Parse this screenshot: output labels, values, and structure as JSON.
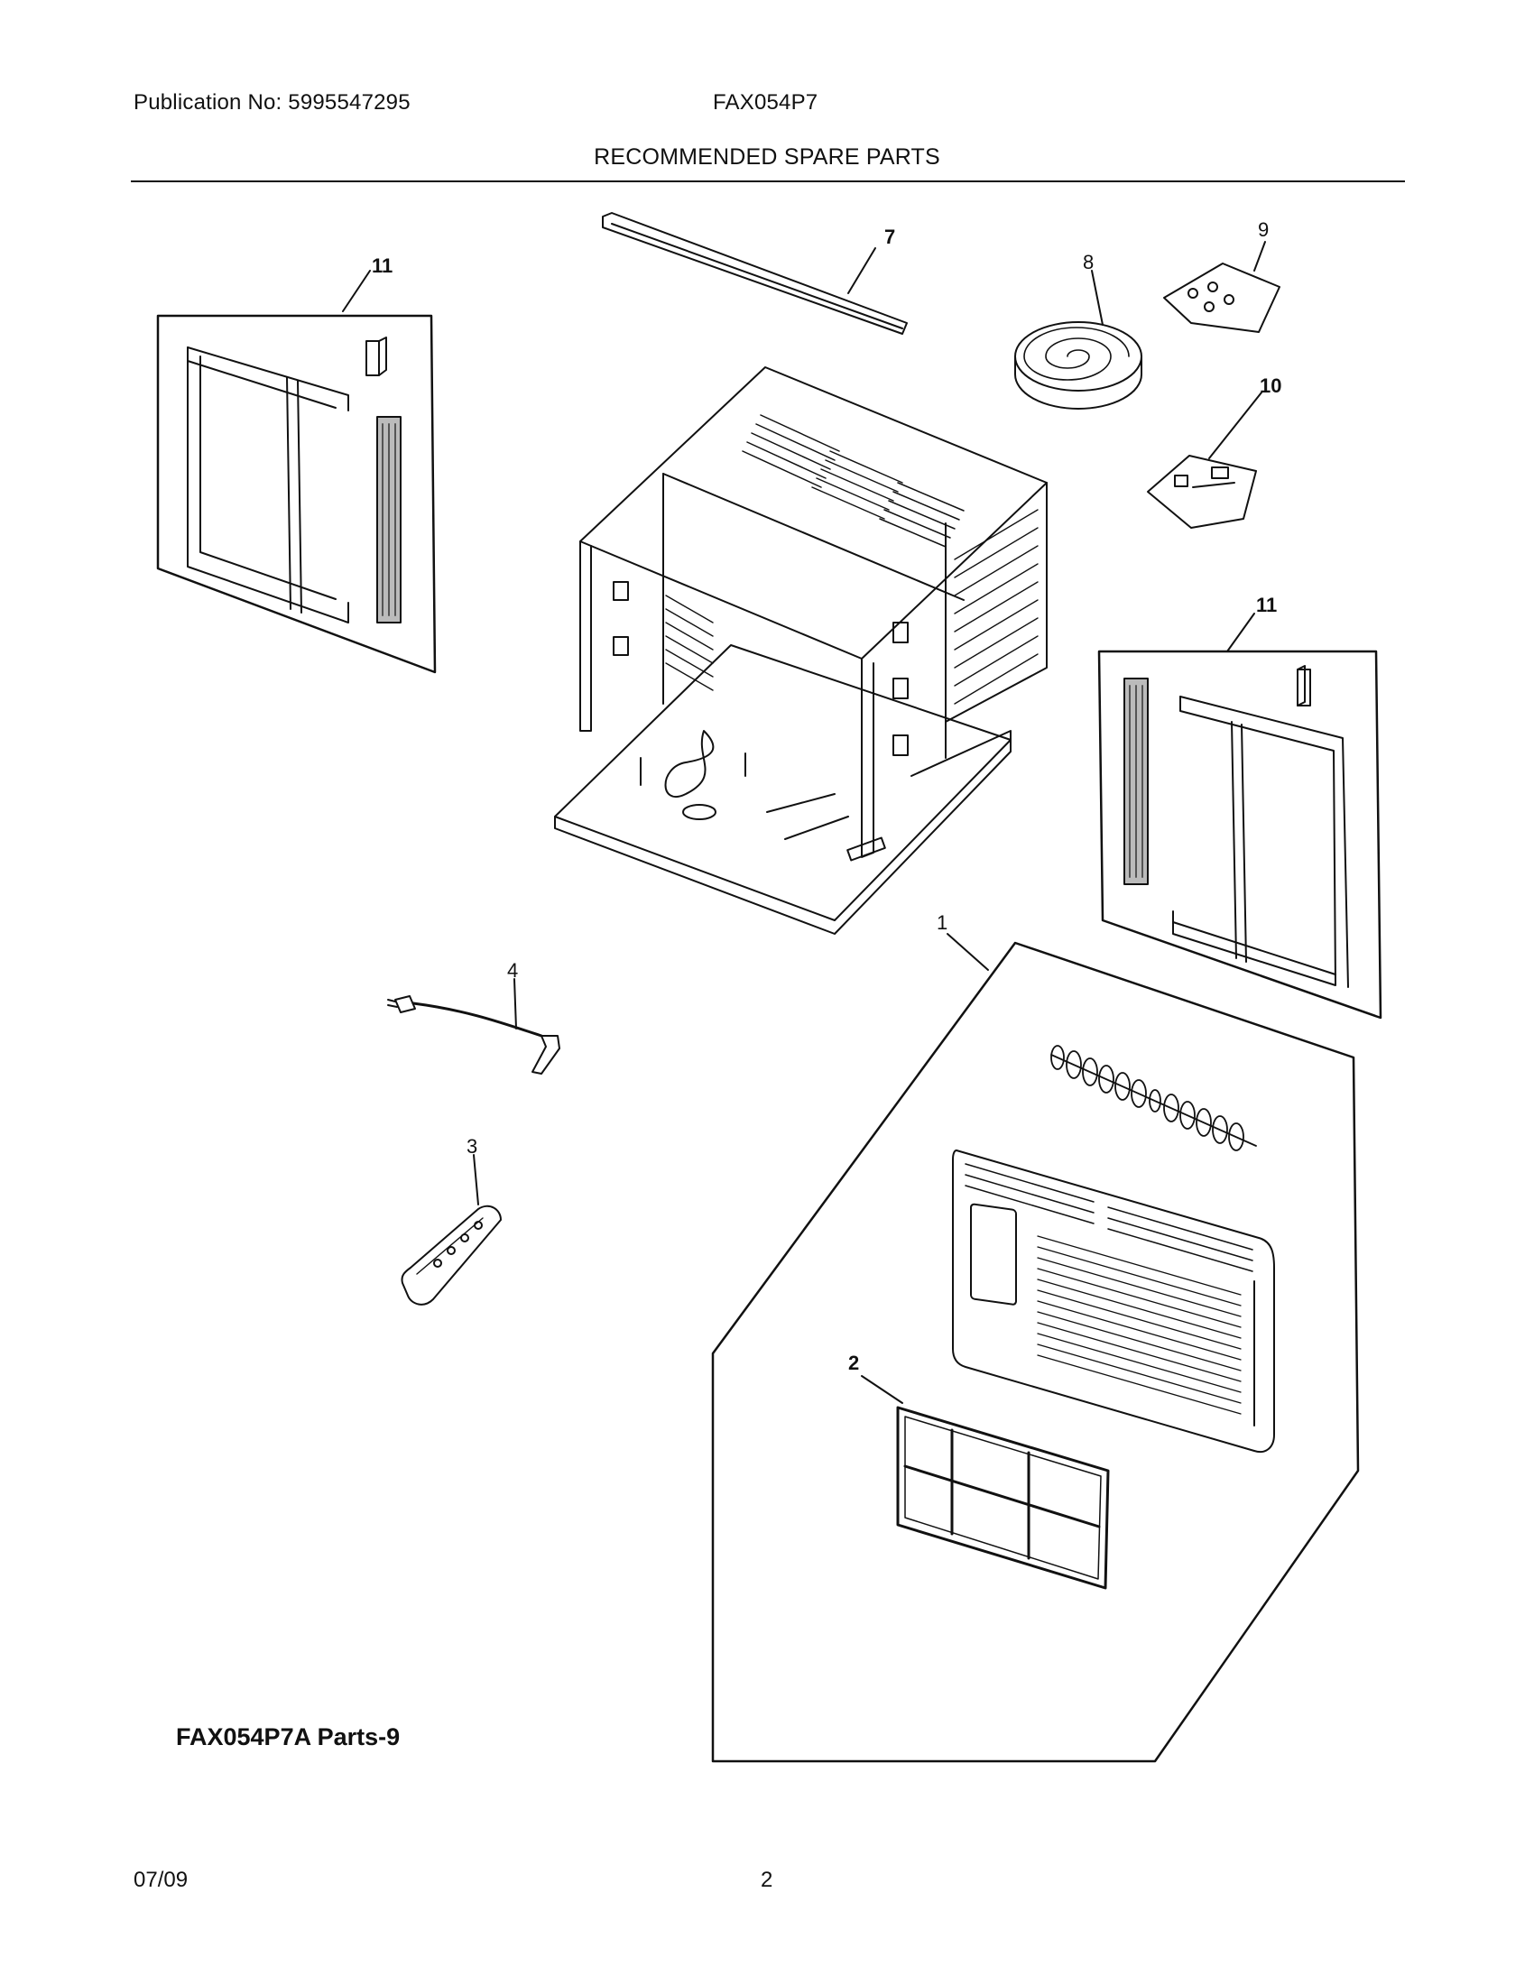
{
  "header": {
    "publication": "Publication No: 5995547295",
    "model": "FAX054P7",
    "title": "RECOMMENDED SPARE PARTS"
  },
  "callouts": {
    "frame_kit_left": "11",
    "top_rail": "7",
    "foam_tape": "8",
    "screw_bag": "9",
    "bag_10": "10",
    "frame_kit_right": "11",
    "front_panel_assy": "1",
    "power_cord": "4",
    "remote_control": "3",
    "filter": "2"
  },
  "caption": "FAX054P7A Parts-9",
  "footer": {
    "date": "07/09",
    "page": "2"
  }
}
